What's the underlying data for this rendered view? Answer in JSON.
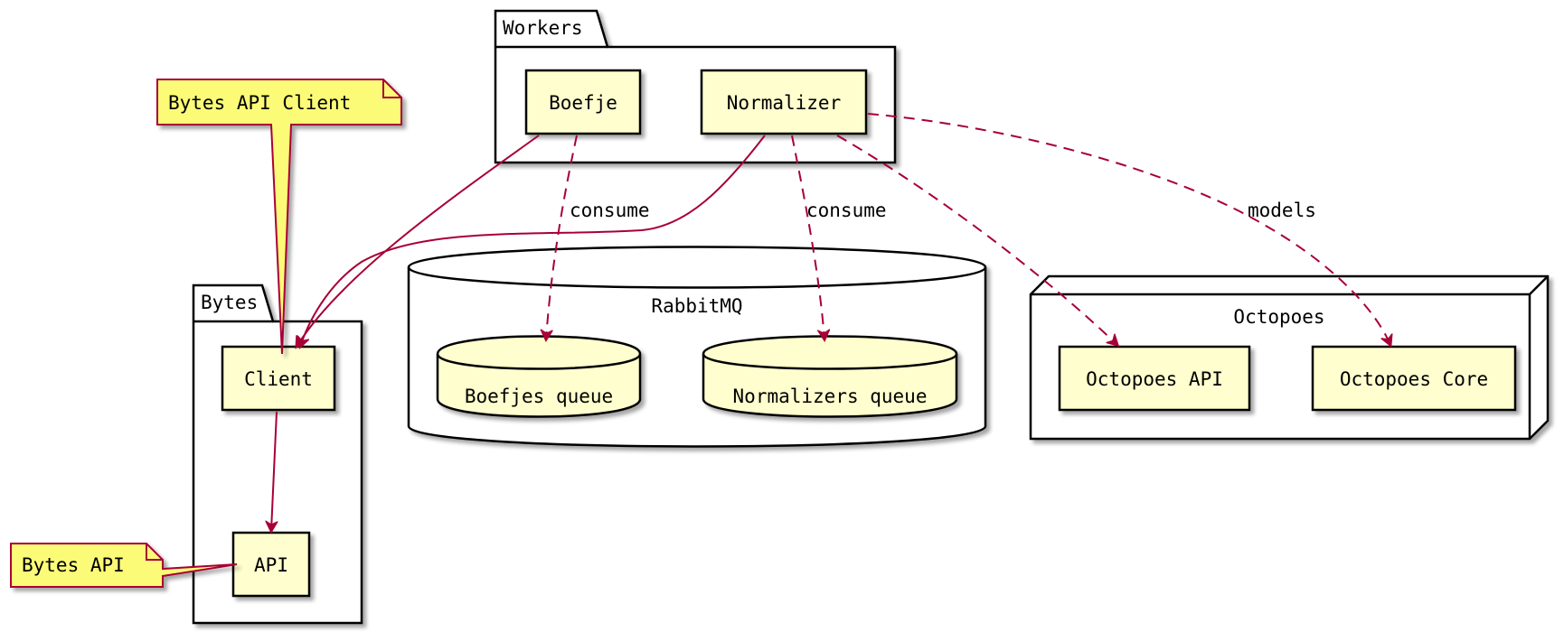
{
  "colors": {
    "node_fill": "#FEFECE",
    "note_fill": "#FBFB77",
    "note_border": "#A80036",
    "arrow": "#A80036",
    "frame_border": "#000000",
    "shadow": "#b8b8b8"
  },
  "groups": {
    "workers": "Workers",
    "bytes": "Bytes",
    "rabbitmq": "RabbitMQ",
    "octopoes": "Octopoes"
  },
  "nodes": {
    "boefje": "Boefje",
    "normalizer": "Normalizer",
    "client": "Client",
    "api": "API",
    "boefjes_queue": "Boefjes queue",
    "normalizers_queue": "Normalizers queue",
    "octopoes_api": "Octopoes API",
    "octopoes_core": "Octopoes Core"
  },
  "notes": {
    "bytes_api_client": "Bytes API Client",
    "bytes_api": "Bytes API"
  },
  "edges": {
    "boefje_consume": "consume",
    "normalizer_consume": "consume",
    "normalizer_models": "models"
  }
}
